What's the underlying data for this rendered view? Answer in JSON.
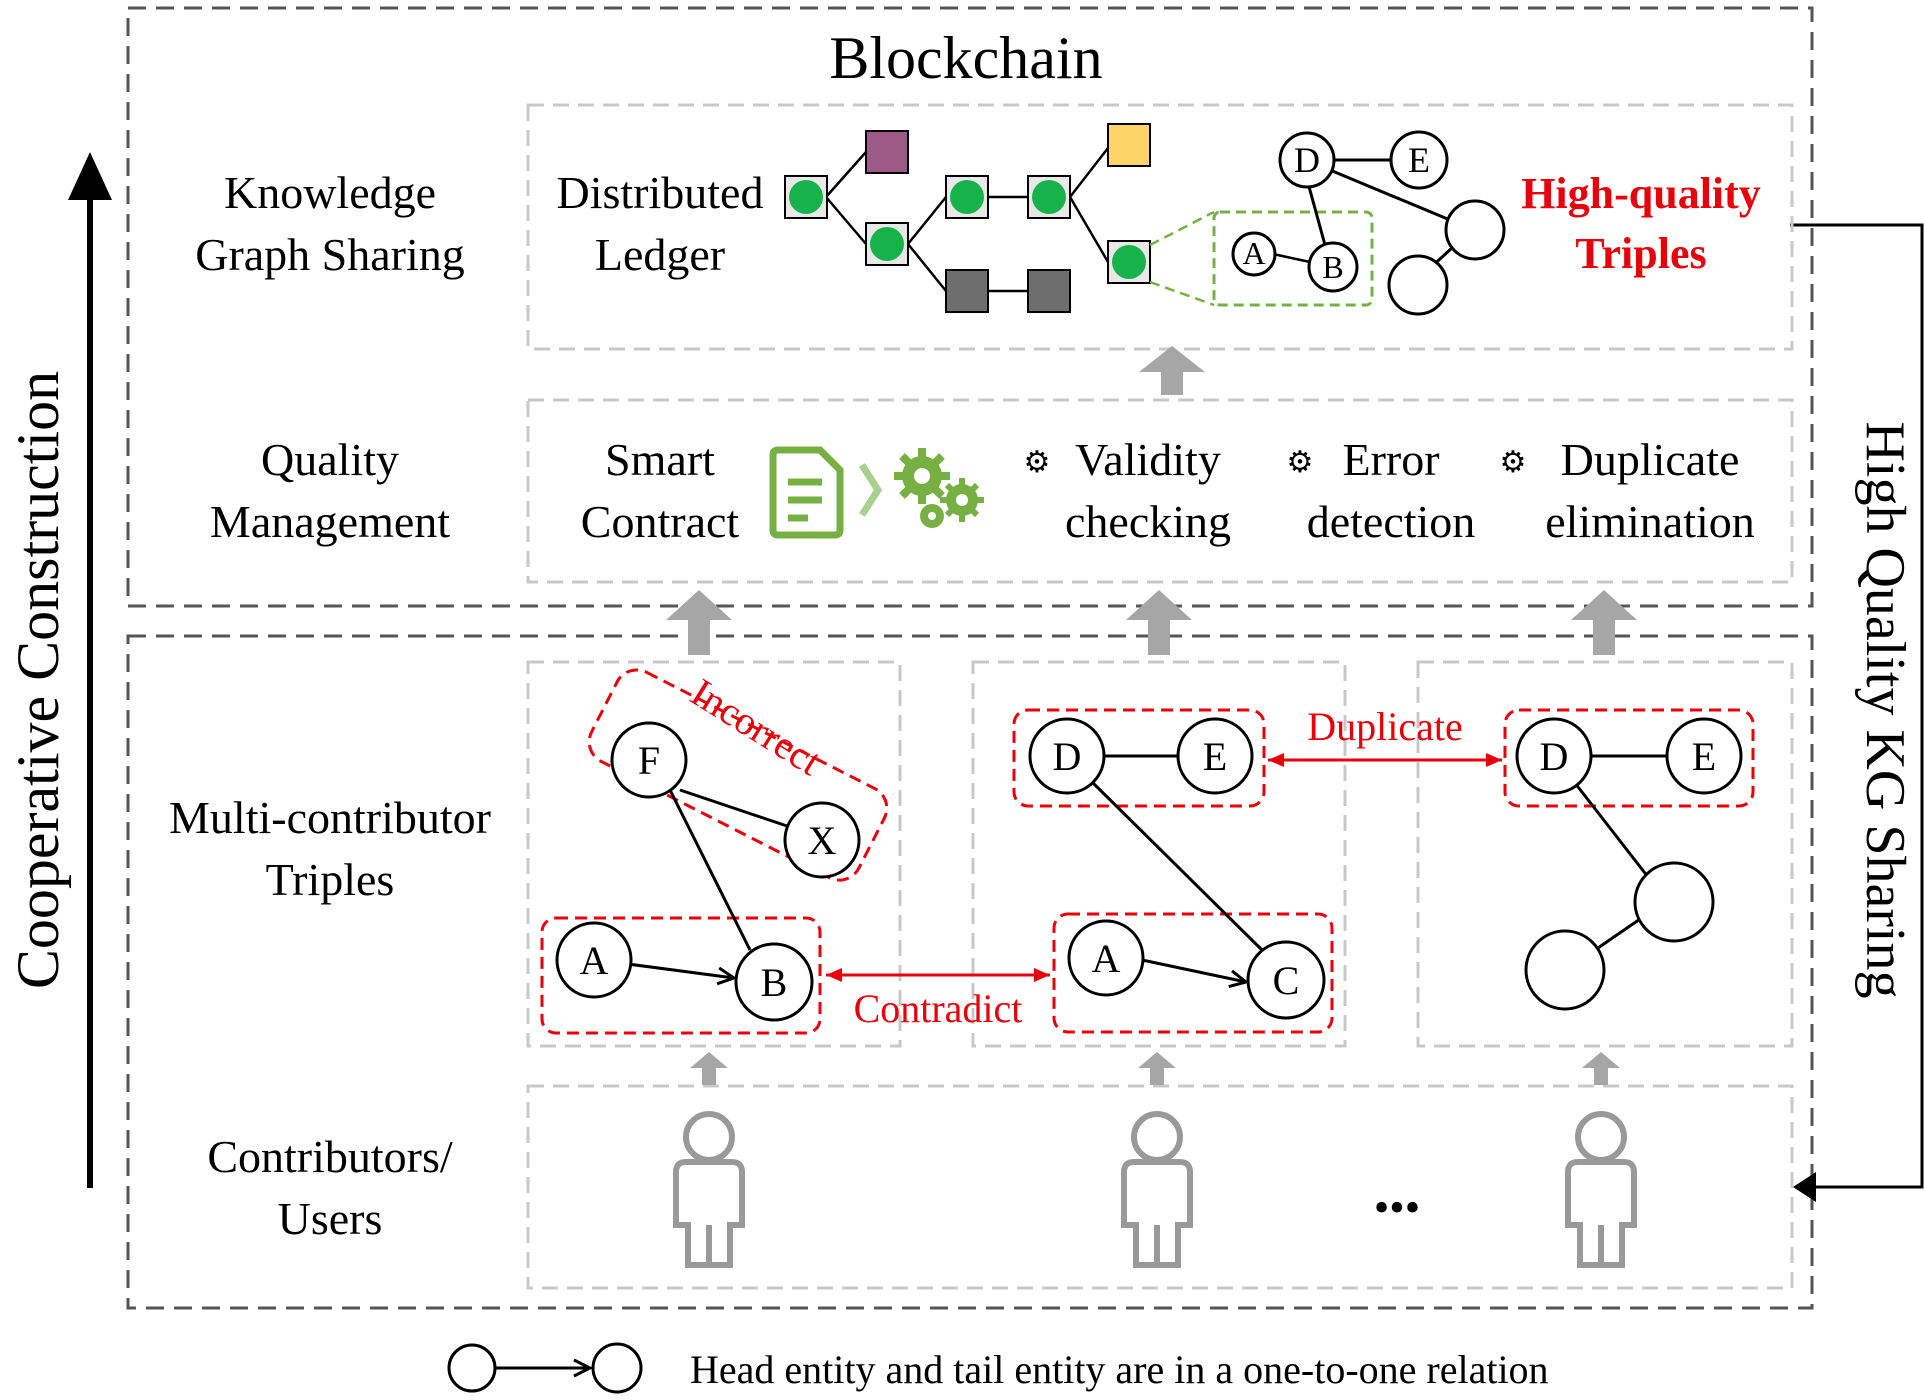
{
  "title": "Blockchain",
  "left_axis_label": "Cooperative Construction",
  "right_axis_label": "High Quality KG Sharing",
  "layers": {
    "kg_sharing": {
      "label_line1": "Knowledge",
      "label_line2": "Graph Sharing"
    },
    "quality": {
      "label_line1": "Quality",
      "label_line2": "Management"
    },
    "triples": {
      "label_line1": "Multi-contributor",
      "label_line2": "Triples"
    },
    "users": {
      "label_line1": "Contributors/",
      "label_line2": "Users"
    }
  },
  "ledger": {
    "label_line1": "Distributed",
    "label_line2": "Ledger"
  },
  "high_quality": {
    "line1": "High-quality",
    "line2": "Triples"
  },
  "smart_contract": {
    "line1": "Smart",
    "line2": "Contract"
  },
  "checks": [
    {
      "line1": "Validity",
      "line2": "checking"
    },
    {
      "line1": "Error",
      "line2": "detection"
    },
    {
      "line1": "Duplicate",
      "line2": "elimination"
    }
  ],
  "annotations": {
    "incorrect": "Incorrect",
    "contradict": "Contradict",
    "duplicate": "Duplicate"
  },
  "nodes": {
    "A": "A",
    "B": "B",
    "C": "C",
    "D": "D",
    "E": "E",
    "F": "F",
    "X": "X"
  },
  "ellipsis": "•••",
  "legend": "Head entity and tail entity are in a one-to-one relation",
  "colors": {
    "red": "#e8000b",
    "green_node": "#18b24b",
    "purple_block": "#9e5a86",
    "yellow_block": "#fdd468",
    "gray_block": "#6e6e6e",
    "light_gray": "#a6a6a6",
    "contract_green": "#76b043"
  }
}
